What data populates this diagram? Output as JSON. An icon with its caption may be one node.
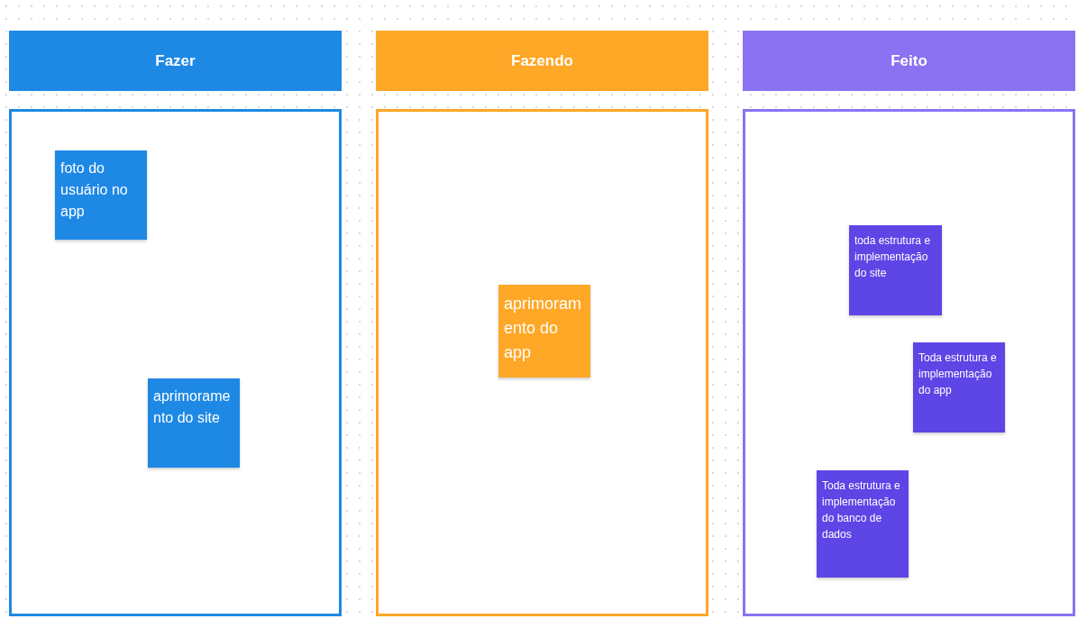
{
  "diagram": {
    "nodes": [
      {
        "text": [
          "Fazer"
        ]
      },
      {
        "text": [],
        "shape": "box"
      },
      {
        "text": [
          "foto do usuário no app"
        ],
        "in": 1
      },
      {
        "text": [
          "aprimoramento do site"
        ],
        "in": 1
      },
      {
        "text": [
          "Fazendo"
        ]
      },
      {
        "text": [],
        "shape": "box"
      },
      {
        "text": [
          "aprimoramento do app"
        ],
        "in": 5
      },
      {
        "text": [
          "Feito"
        ]
      },
      {
        "text": [],
        "shape": "box"
      },
      {
        "text": [
          "toda estrutura e implementação do site"
        ],
        "in": 8
      },
      {
        "text": [
          "Toda estrutura e implementação do app"
        ],
        "in": 8
      },
      {
        "text": [
          "Toda estrutura e implementação do banco de dados"
        ],
        "in": 8
      }
    ]
  }
}
